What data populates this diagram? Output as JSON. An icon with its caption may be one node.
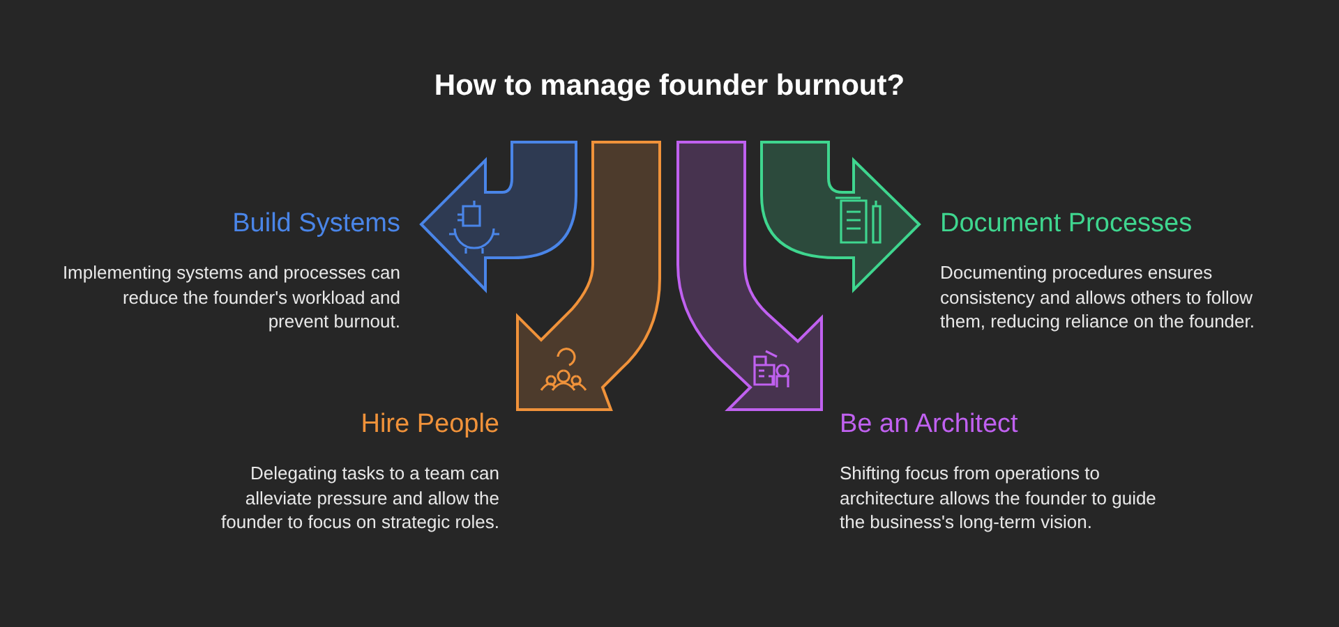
{
  "diagram": {
    "title": "How to manage founder burnout?",
    "labels": [
      "Build Systems",
      "Implementing systems and processes can reduce the founder's workload and prevent burnout.",
      "Document Processes",
      "Documenting procedures ensures consistency and allows others to follow them, reducing reliance on the founder.",
      "Hire People",
      "Delegating tasks to a team can alleviate pressure and allow the founder to focus on strategic roles.",
      "Be an Architect",
      "Shifting focus from operations to architecture allows the founder to guide the business's long-term vision."
    ]
  }
}
